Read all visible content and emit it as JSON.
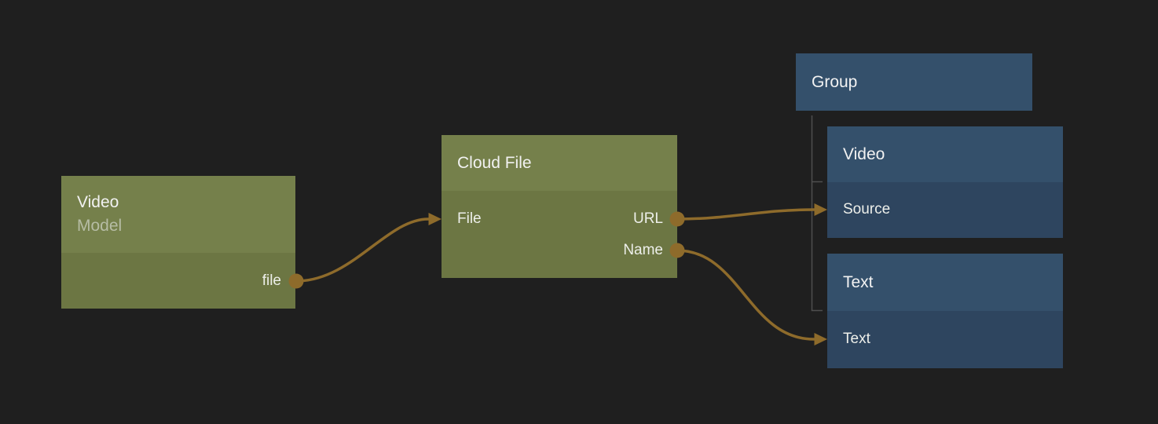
{
  "colors": {
    "bg": "#1F1F1F",
    "green-header": "#75804B",
    "green-body": "#6C7643",
    "blue-header": "#34506B",
    "blue-body": "#2E455F",
    "wire": "#8E6B2B",
    "tree-line": "#4F4F4F",
    "title-text": "#F2F2F2",
    "subtitle-text": "#B6BCA4",
    "label-text": "#EDEFEA"
  },
  "nodes": {
    "video_model": {
      "title": "Video",
      "subtitle": "Model",
      "outputs": [
        "file"
      ]
    },
    "cloud_file": {
      "title": "Cloud File",
      "inputs": [
        "File"
      ],
      "outputs": [
        "URL",
        "Name"
      ]
    },
    "group": {
      "title": "Group",
      "children": [
        "Video",
        "Text"
      ]
    },
    "video_sink": {
      "title": "Video",
      "inputs": [
        "Source"
      ]
    },
    "text_sink": {
      "title": "Text",
      "inputs": [
        "Text"
      ]
    }
  },
  "connections": [
    {
      "from": "Video.file",
      "to": "Cloud File.File"
    },
    {
      "from": "Cloud File.URL",
      "to": "Group/Video.Source"
    },
    {
      "from": "Cloud File.Name",
      "to": "Group/Text.Text"
    }
  ]
}
